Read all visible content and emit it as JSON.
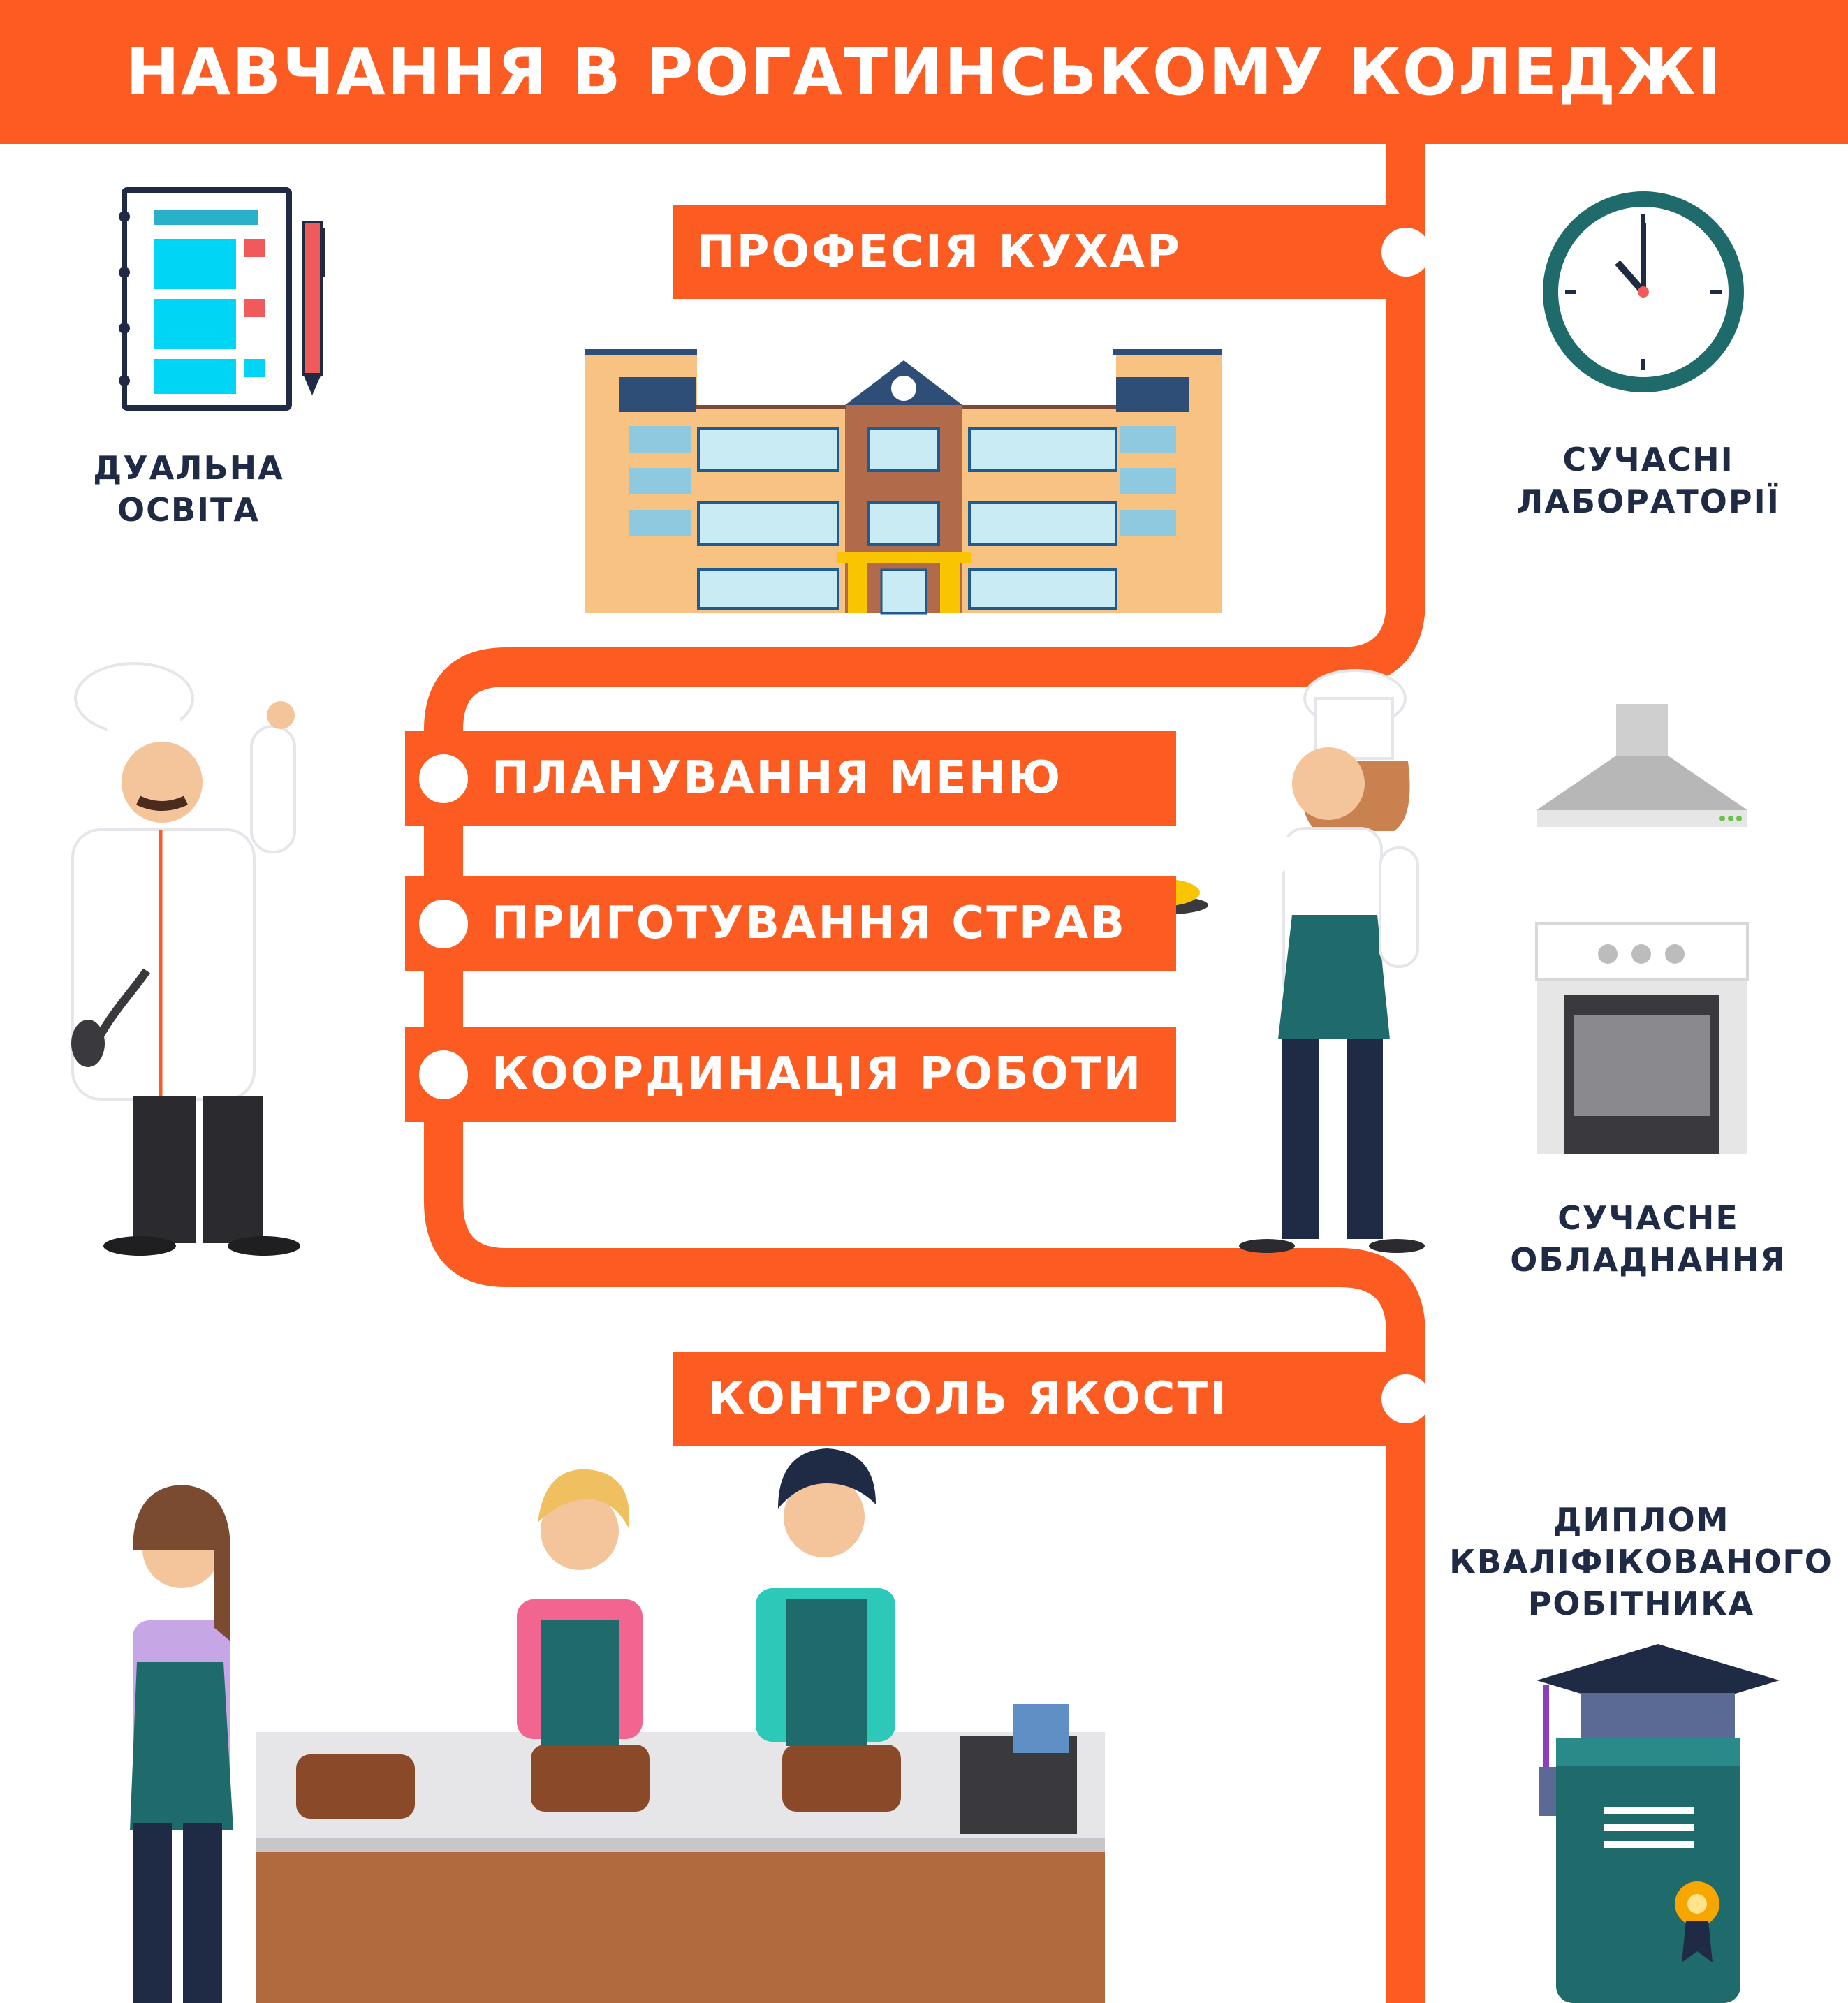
{
  "header": {
    "title": "НАВЧАННЯ В РОГАТИНСЬКОМУ КОЛЕДЖІ"
  },
  "path_labels": {
    "profession": "ПРОФЕСІЯ КУХАР",
    "menu_planning": "ПЛАНУВАННЯ МЕНЮ",
    "cooking": "ПРИГОТУВАННЯ СТРАВ",
    "coordination": "КООРДИНАЦІЯ РОБОТИ",
    "quality_control": "КОНТРОЛЬ ЯКОСТІ"
  },
  "captions": {
    "dual_education": [
      "ДУАЛЬНА",
      "ОСВІТА"
    ],
    "modern_labs": [
      "СУЧАСНІ",
      "ЛАБОРАТОРІЇ"
    ],
    "modern_equipment": [
      "СУЧАСНЕ",
      "ОБЛАДНАННЯ"
    ],
    "diploma": [
      "ДИПЛОМ",
      "КВАЛІФІКОВАНОГО",
      "РОБІТНИКА"
    ]
  },
  "colors": {
    "accent": "#fc5b21",
    "text_dark": "#1f2a44",
    "teal": "#1f6b6b"
  },
  "icons": [
    "notebook-icon",
    "pen-icon",
    "clock-icon",
    "college-building",
    "range-hood-icon",
    "oven-icon",
    "graduation-cap-icon",
    "diploma-scroll-icon",
    "chef-male",
    "chef-female",
    "students-cooking"
  ]
}
